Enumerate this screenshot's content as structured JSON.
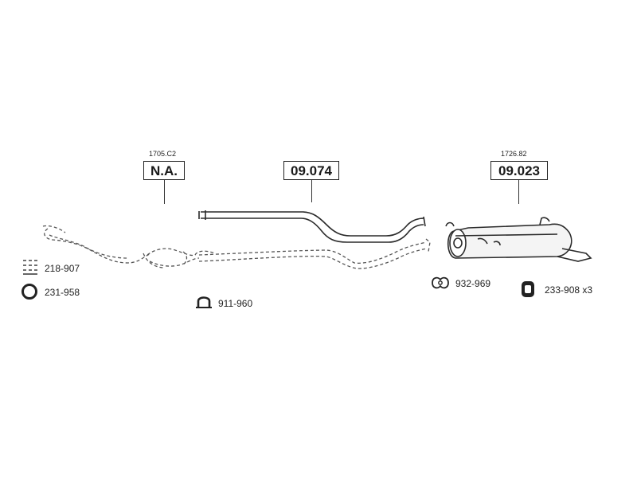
{
  "callouts": [
    {
      "id": "front",
      "ref": "1705.C2",
      "code": "N.A."
    },
    {
      "id": "middle",
      "ref": "",
      "code": "09.074"
    },
    {
      "id": "rear",
      "ref": "1726.82",
      "code": "09.023"
    }
  ],
  "parts": {
    "kit": "218-907",
    "ring": "231-958",
    "clamp": "911-960",
    "bracket": "932-969",
    "rubber": "233-908 x3"
  },
  "icons": {
    "kit": "hardware-kit-icon",
    "ring": "gasket-ring-icon",
    "clamp": "u-clamp-icon",
    "bracket": "bracket-clamp-icon",
    "rubber": "rubber-mount-icon"
  }
}
